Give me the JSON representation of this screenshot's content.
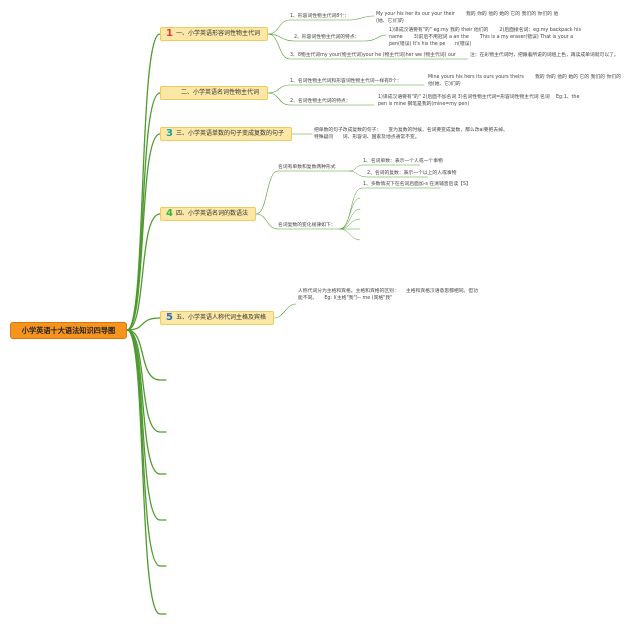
{
  "root": {
    "label": "小学英语十大语法知识四导图"
  },
  "colors": {
    "line": "#4f9a2f",
    "root_fill": "#f7941d",
    "box_fill": "#fbe7a6",
    "num1": "#e8393a",
    "num3": "#1aa3a3",
    "num4": "#3cb043",
    "num5": "#2a6ebb"
  },
  "branches": [
    {
      "number": "1",
      "label": "一、小学英语形容词性物主代词",
      "items": [
        {
          "label": "1、形容词性物主代词8个：",
          "detail": "My your his her its our your their 　　我的 你的 他的 她的 它的 我们的 你们的 他(她、它)们的"
        },
        {
          "label": "2、形容词性物主代词的特点：",
          "detail": "1)译成汉语要有\"的\" eg:my 我的 their 他们的 　　2)后面接名词：eg:my backpack his name 　　3)前后不用冠词 a an the 　　This is a my eraser(错误) That is your a pen(错误) It's his the pe　　n(错误)"
        },
        {
          "label": "3、8物主代词my your(物主代词)your he (物主代词)her we (物主代词) our",
          "detail": "注：在彩物主代词时，把跟着所说的词组上色，再读成单词就可以了。"
        }
      ]
    },
    {
      "number": "",
      "label": "二、小学英语名词性物主代词",
      "items": [
        {
          "label": "1、名词性物主代词和形容词性物主代词一样有8个：",
          "detail": "Mine yours his hers its ours yours theirs 　　我的 你的 他的 她的 它的 我们的 你们的 他(她、它)们的"
        },
        {
          "label": "2、名词性物主代词的特点：",
          "detail": "1)译成汉语要有\"的\" 2)后面不加名词 3)名词性物主代词=形容词性物主代词 名词 　Eg:1、the pen is mine 钢笔是我的(mine=my pen)"
        }
      ]
    },
    {
      "number": "3",
      "label": "三、小学英语单数的句子变成复数的句子",
      "detail": "把单数的句子改成复数的句子：　　变为复数的时候，名词要变成复数，那么改ai要把去掉。特殊疑问　　词、形容词、国家及地点通常不变。"
    },
    {
      "number": "4",
      "label": "四、小学英语名词的数语法",
      "items": [
        {
          "label": "名词有单数和复数两种形式",
          "subs": [
            "1、名词单数：表示一个人或一个事物",
            "2、名词的复数：表示一个以上的人或事物"
          ]
        },
        {
          "label": "名词复数的变化规律如下：",
          "subs": [
            "1、多数情况下在名词后面加-s 在清辅音后读【S】"
          ]
        }
      ]
    },
    {
      "number": "5",
      "label": "五、小学英语人称代词主格及宾格",
      "detail": "人称代词分为主格和宾格。主格和宾格的区别：　　主格和宾格汉语意思都相同。但功能不同。　　Eg: I(主格\"我\")-- me (宾格\"我\""
    }
  ]
}
